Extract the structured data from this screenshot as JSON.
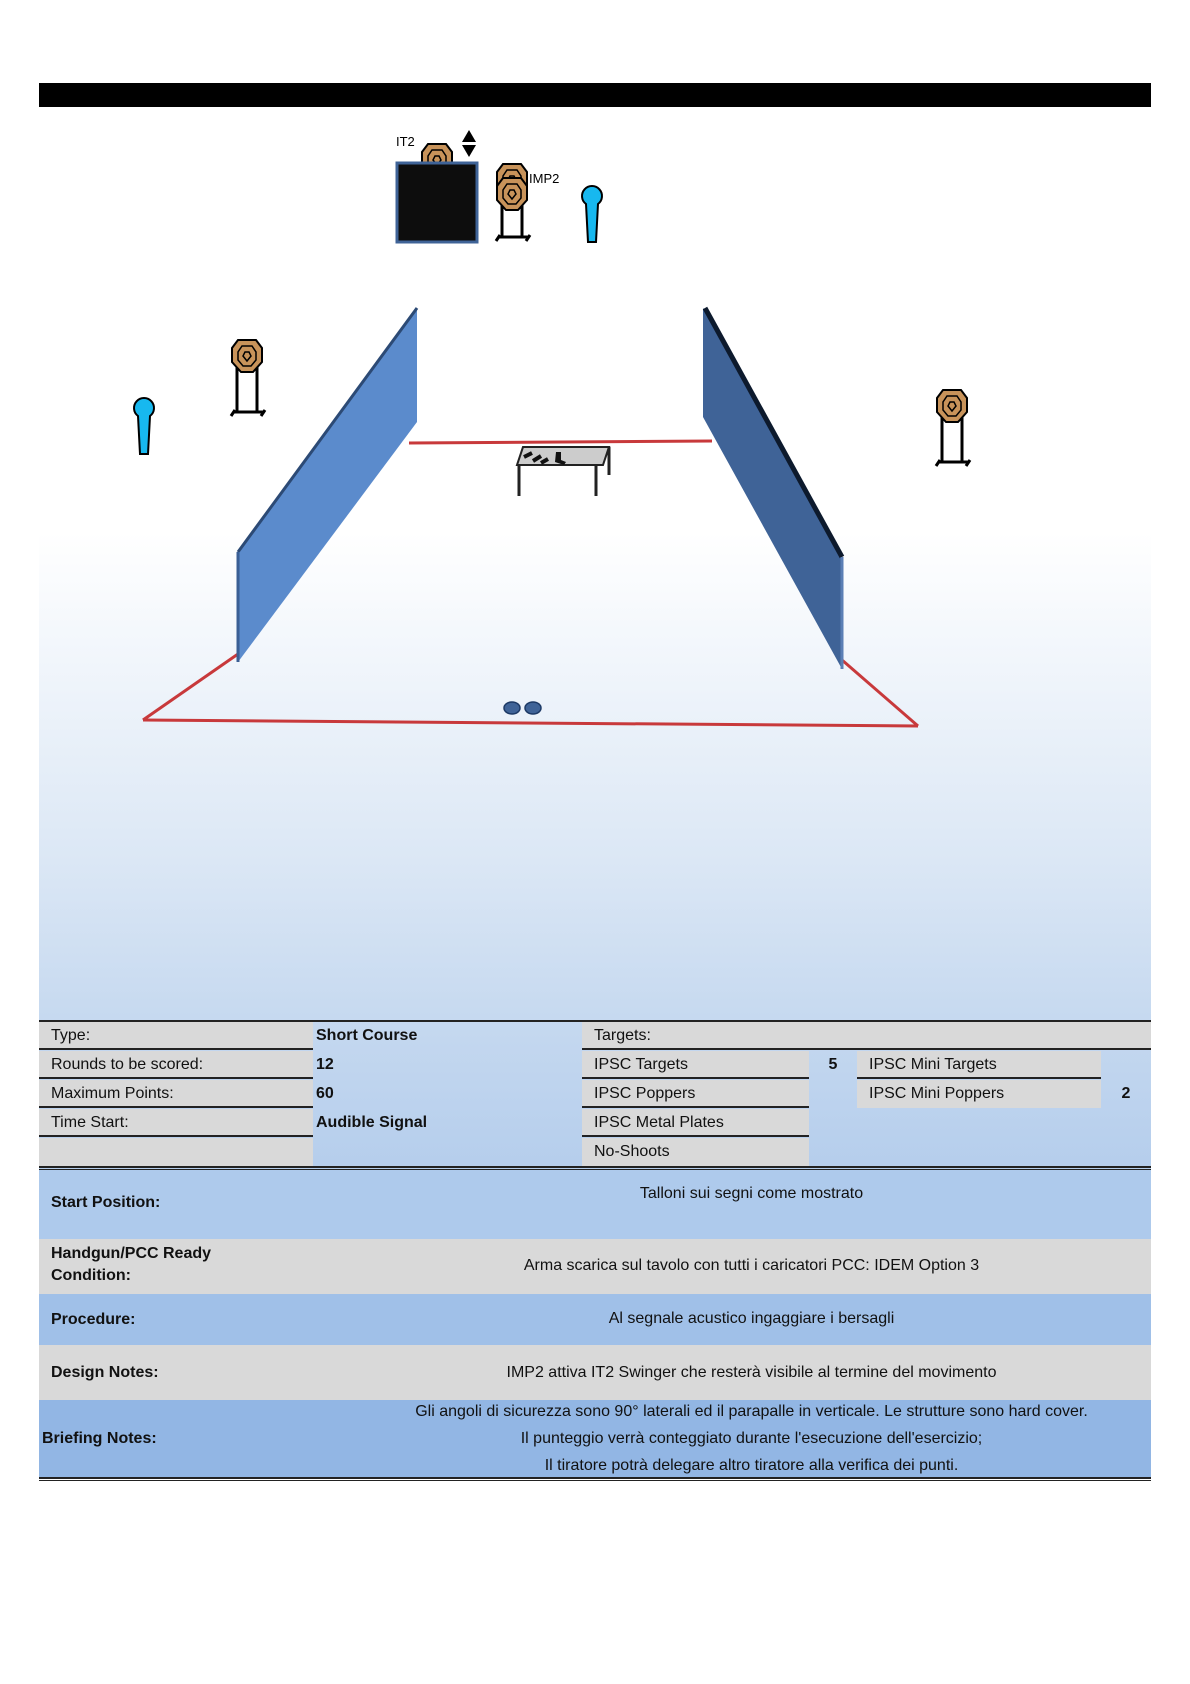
{
  "diagram": {
    "labels": {
      "it2": "IT2",
      "imp2": "IMP2"
    },
    "colors": {
      "wall_left": "#5b8bcc",
      "wall_right": "#3f6397",
      "fault_line": "#c8393b",
      "target": "#c8935a",
      "no_shoot": "#17b8ef"
    }
  },
  "summary": {
    "type_label": "Type:",
    "type_value": "Short Course",
    "rounds_label": "Rounds to be scored:",
    "rounds_value": "12",
    "points_label": "Maximum Points:",
    "points_value": "60",
    "start_label": "Time Start:",
    "start_value": "Audible Signal",
    "targets_label": "Targets:",
    "targets": [
      {
        "label": "IPSC Targets",
        "count": "5"
      },
      {
        "label": "IPSC Poppers",
        "count": ""
      },
      {
        "label": "IPSC Metal Plates",
        "count": ""
      },
      {
        "label": "No-Shoots",
        "count": ""
      }
    ],
    "mini": [
      {
        "label": "IPSC Mini Targets",
        "count": ""
      },
      {
        "label": "IPSC Mini Poppers",
        "count": "2"
      }
    ]
  },
  "sections": {
    "start_position": {
      "label": "Start Position:",
      "value": "Talloni sui segni come mostrato"
    },
    "ready_condition": {
      "label1": "Handgun/PCC Ready",
      "label2": "Condition:",
      "value": "Arma scarica sul tavolo con tutti i caricatori PCC: IDEM Option 3"
    },
    "procedure": {
      "label": "Procedure:",
      "value": "Al segnale acustico ingaggiare i bersagli"
    },
    "design_notes": {
      "label": "Design Notes:",
      "value": "IMP2 attiva IT2 Swinger che resterà visibile al termine del movimento"
    },
    "briefing_notes": {
      "label": "Briefing Notes:",
      "lines": [
        "Gli angoli di sicurezza sono 90° laterali ed il parapalle in verticale. Le strutture sono hard cover.",
        "Il punteggio verrà conteggiato durante l'esecuzione dell'esercizio;",
        "Il tiratore potrà delegare altro tiratore alla verifica dei punti."
      ]
    }
  }
}
